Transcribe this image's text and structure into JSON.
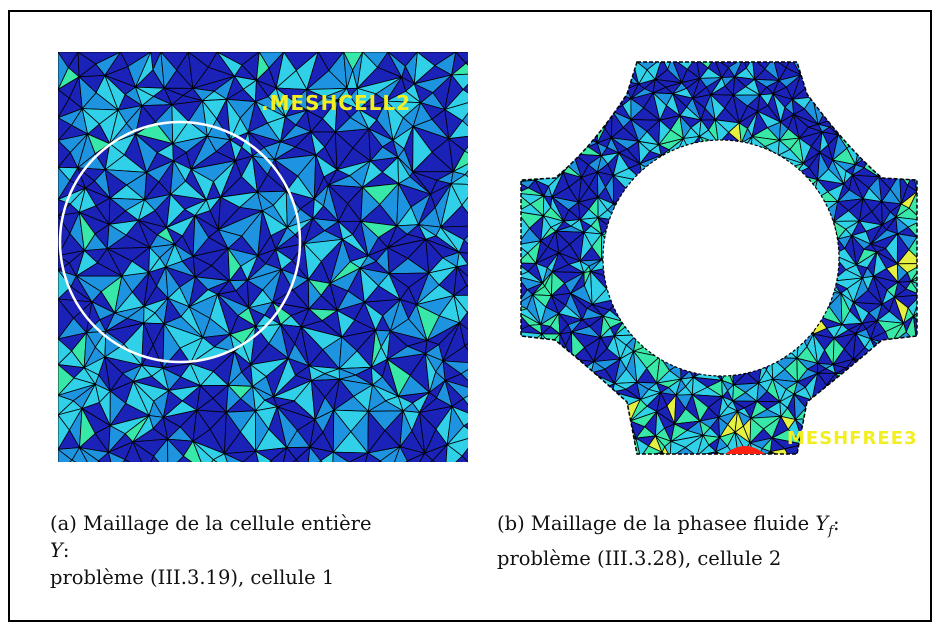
{
  "figure_a": {
    "mesh_label": ".MESHCELL2",
    "caption_line1": "(a) Maillage de la cellule entière",
    "caption_symbol": "Y",
    "caption_line2": ":",
    "caption_line3": "problème (III.3.19), cellule 1",
    "colors": {
      "dark": "#1b22b8",
      "mid": "#1e94e0",
      "light": "#2fd0e8",
      "green": "#38e8a8",
      "ring": "#ffffff"
    }
  },
  "figure_b": {
    "mesh_label": "MESHFREE3",
    "caption_line1_prefix": "(b) Maillage de la phasee fluide ",
    "caption_symbol": "Y",
    "caption_symbol_sub": "f",
    "caption_line1_suffix": ":",
    "caption_line2": "problème (III.3.28), cellule 2",
    "colors": {
      "dark": "#1b22b8",
      "mid": "#1e94e0",
      "light": "#2fd0e8",
      "green": "#38e8a8",
      "yellow": "#e6f040",
      "marker": "#ff2010"
    }
  }
}
